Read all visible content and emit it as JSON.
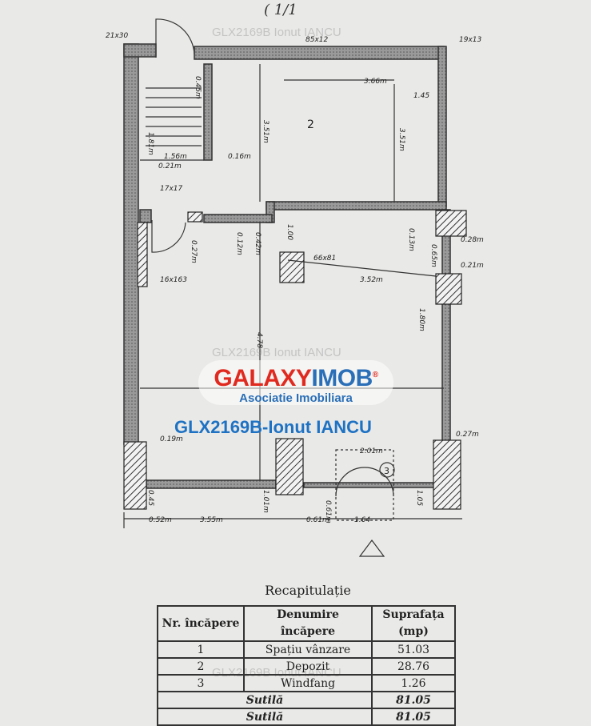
{
  "header_scribble": "( 1/1",
  "plan": {
    "room_labels": {
      "room2": "2",
      "room3": "3"
    },
    "labels": {
      "col_tl": "21x30",
      "col_top": "85x12",
      "col_tr": "19x13",
      "col_mid": "17x17",
      "col_left": "16x163",
      "col_center": "66x81",
      "d_366": "3.66m",
      "d_156": "1.56m",
      "d_016": "0.16m",
      "d_021a": "0.21m",
      "d_351a": "3.51m",
      "d_351b": "3.51m",
      "d_045": "0.45m",
      "d_181": "1.81m",
      "d_145": "1.45",
      "d_027": "0.27m",
      "d_012": "0.12m",
      "d_042": "0.42m",
      "d_100a": "1.00",
      "d_013": "0.13m",
      "d_028": "0.28m",
      "d_065": "0.65m",
      "d_021b": "0.21m",
      "d_352": "3.52m",
      "d_180": "1.80m",
      "d_027b": "0.27m",
      "d_478": "4.78",
      "d_019": "0.19m",
      "d_201": "2.01m",
      "d_052": "0.52m",
      "d_355": "3.55m",
      "d_061": "0.61m",
      "d_164": "1.64",
      "d_045b": "0.45",
      "d_101": "1.01m",
      "d_0611": "0.61m",
      "d_105": "1.05"
    }
  },
  "watermarks": [
    "GLX2169B Ionut IANCU",
    "GLX2169B Ionut IANCU",
    "GLX2169B Ionut IANCU"
  ],
  "logo": {
    "brand_a": "GALAXY",
    "brand_b": "IMOB",
    "reg": "®",
    "subtitle": "Asociatie Imobiliara"
  },
  "agent_code": "GLX2169B-Ionut IANCU",
  "recap": {
    "title": "Recapitulație",
    "headers": [
      "Nr. încăpere",
      "Denumire încăpere",
      "Suprafața (mp)"
    ],
    "rows": [
      [
        "1",
        "Spațiu vânzare",
        "51.03"
      ],
      [
        "2",
        "Depozit",
        "28.76"
      ],
      [
        "3",
        "Windfang",
        "1.26"
      ]
    ],
    "total_label": "Sutilă",
    "total_value": "81.05",
    "partial_label": "Sutilă",
    "partial_value": "81.05"
  }
}
